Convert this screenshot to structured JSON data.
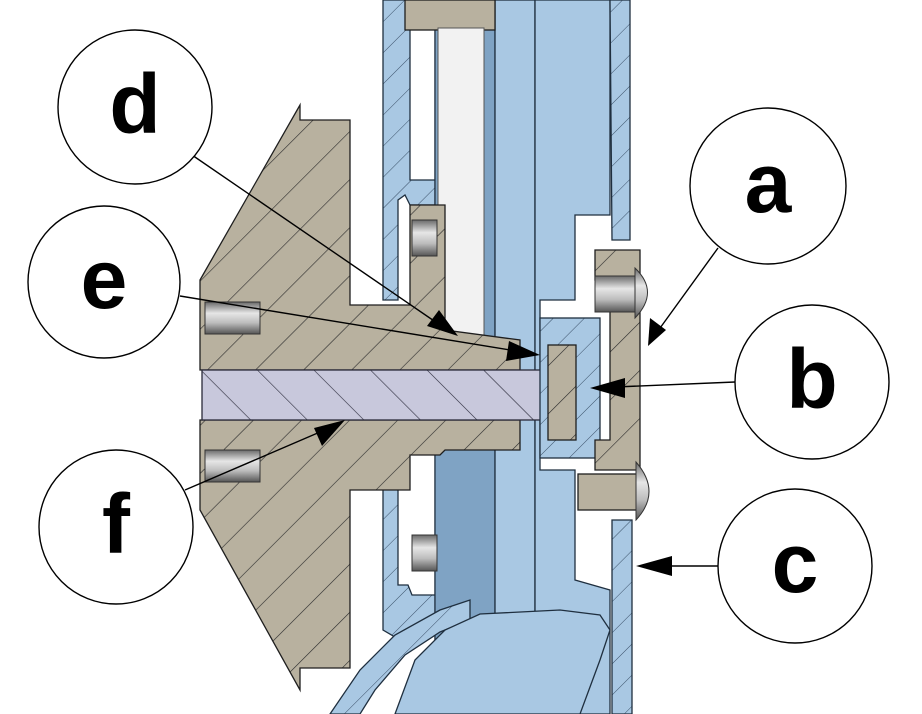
{
  "callouts": [
    {
      "id": "a",
      "label": "a"
    },
    {
      "id": "b",
      "label": "b"
    },
    {
      "id": "c",
      "label": "c"
    },
    {
      "id": "d",
      "label": "d"
    },
    {
      "id": "e",
      "label": "e"
    },
    {
      "id": "f",
      "label": "f"
    }
  ],
  "colors": {
    "housing_blue": "#a9c8e3",
    "bracket_tan": "#b8b19f",
    "shaft_lavender": "#c8c8dc",
    "outline": "#1e1e1e"
  },
  "icons": [
    "bolt-icon",
    "screw-icon",
    "arrowhead-icon"
  ]
}
